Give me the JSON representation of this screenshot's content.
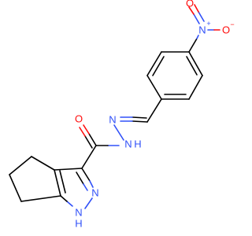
{
  "molecule": {
    "labels": {
      "nitro_n": "N",
      "nitro_n_charge": "+",
      "nitro_o_right": "O",
      "nitro_o_right_charge": "−",
      "nitro_o_top": "O",
      "imine_n": "N",
      "hydrazide_n": "N",
      "hydrazide_h": "H",
      "carbonyl_o": "O",
      "pyrazole_n2": "N",
      "pyrazole_n1": "N",
      "pyrazole_n1_h": "H"
    },
    "colors": {
      "carbon_bond": "#000000",
      "nitrogen": "#3050f8",
      "oxygen": "#ff0d0d"
    }
  }
}
